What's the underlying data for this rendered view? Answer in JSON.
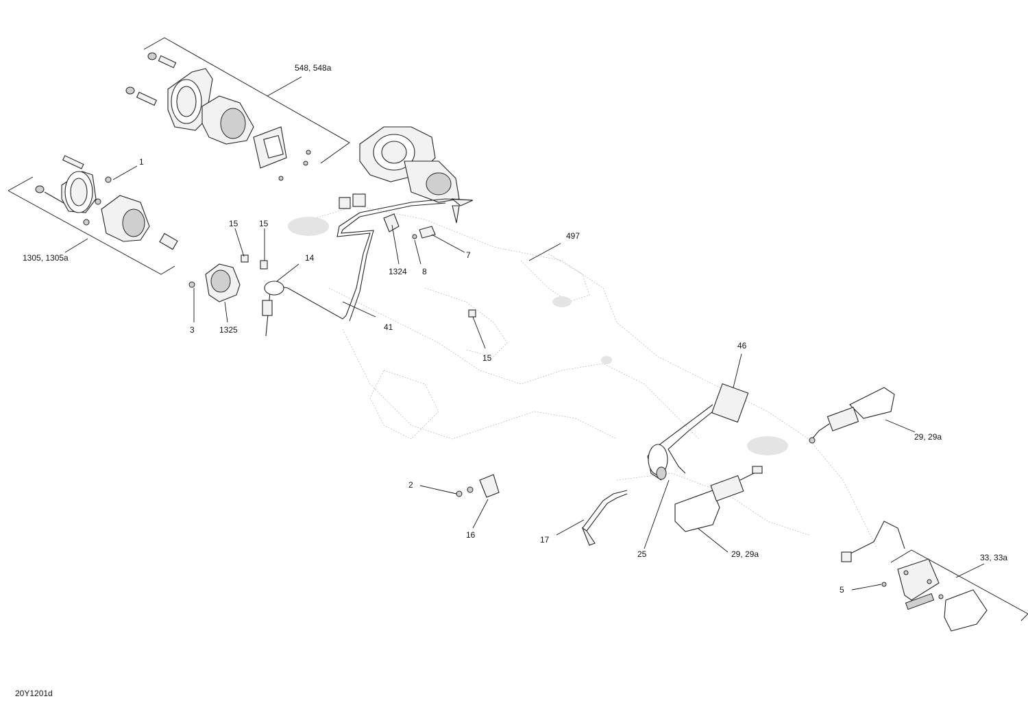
{
  "figure_code": "20Y1201d",
  "callouts": [
    {
      "id": "c-548",
      "text": "548, 548a"
    },
    {
      "id": "c-1",
      "text": "1"
    },
    {
      "id": "c-1305",
      "text": "1305, 1305a"
    },
    {
      "id": "c-15a",
      "text": "15"
    },
    {
      "id": "c-15b",
      "text": "15"
    },
    {
      "id": "c-14",
      "text": "14"
    },
    {
      "id": "c-1324",
      "text": "1324"
    },
    {
      "id": "c-8",
      "text": "8"
    },
    {
      "id": "c-7",
      "text": "7"
    },
    {
      "id": "c-497",
      "text": "497"
    },
    {
      "id": "c-3",
      "text": "3"
    },
    {
      "id": "c-1325",
      "text": "1325"
    },
    {
      "id": "c-41",
      "text": "41"
    },
    {
      "id": "c-15c",
      "text": "15"
    },
    {
      "id": "c-46",
      "text": "46"
    },
    {
      "id": "c-29a",
      "text": "29, 29a"
    },
    {
      "id": "c-2",
      "text": "2"
    },
    {
      "id": "c-16",
      "text": "16"
    },
    {
      "id": "c-17",
      "text": "17"
    },
    {
      "id": "c-25",
      "text": "25"
    },
    {
      "id": "c-29b",
      "text": "29, 29a"
    },
    {
      "id": "c-33",
      "text": "33, 33a"
    },
    {
      "id": "c-5",
      "text": "5"
    }
  ]
}
